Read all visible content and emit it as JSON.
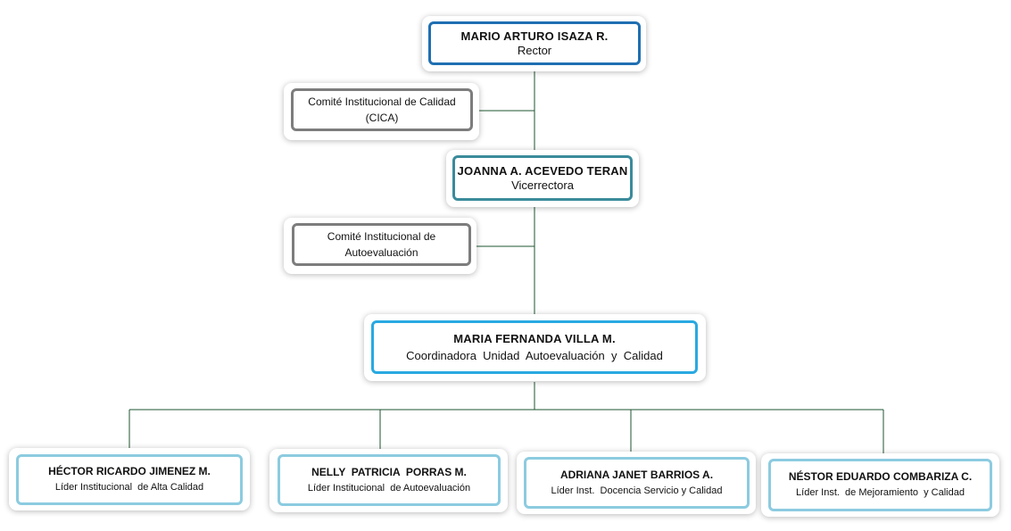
{
  "rector": {
    "name": "MARIO ARTURO ISAZA R.",
    "role": "Rector"
  },
  "committee_cica": {
    "line1": "Comité Institucional de Calidad",
    "line2": "(CICA)"
  },
  "vicerrectora": {
    "name": "JOANNA A. ACEVEDO TERAN",
    "role": "Vicerrectora"
  },
  "committee_auto": {
    "line1": "Comité Institucional de",
    "line2": "Autoevaluación"
  },
  "coordinator": {
    "name": "MARIA FERNANDA VILLA M.",
    "role": "Coordinadora  Unidad  Autoevaluación  y  Calidad"
  },
  "leaders": [
    {
      "name": "HÉCTOR RICARDO JIMENEZ M.",
      "role": "Líder Institucional  de Alta Calidad"
    },
    {
      "name": "NELLY  PATRICIA  PORRAS M.",
      "role": "Líder Institucional  de Autoevaluación"
    },
    {
      "name": "ADRIANA JANET BARRIOS A.",
      "role": "Líder Inst.  Docencia Servicio y Calidad"
    },
    {
      "name": "NÉSTOR EDUARDO COMBARIZA C.",
      "role": "Líder Inst.  de Mejoramiento  y Calidad"
    }
  ],
  "colors": {
    "connector": "#1e5631",
    "rector_border": "#1f6fb2",
    "vice_border": "#3a8b9b",
    "coord_border": "#29a9e1",
    "committee_border": "#7d7d7d",
    "leader_border": "#8ccbe0"
  }
}
